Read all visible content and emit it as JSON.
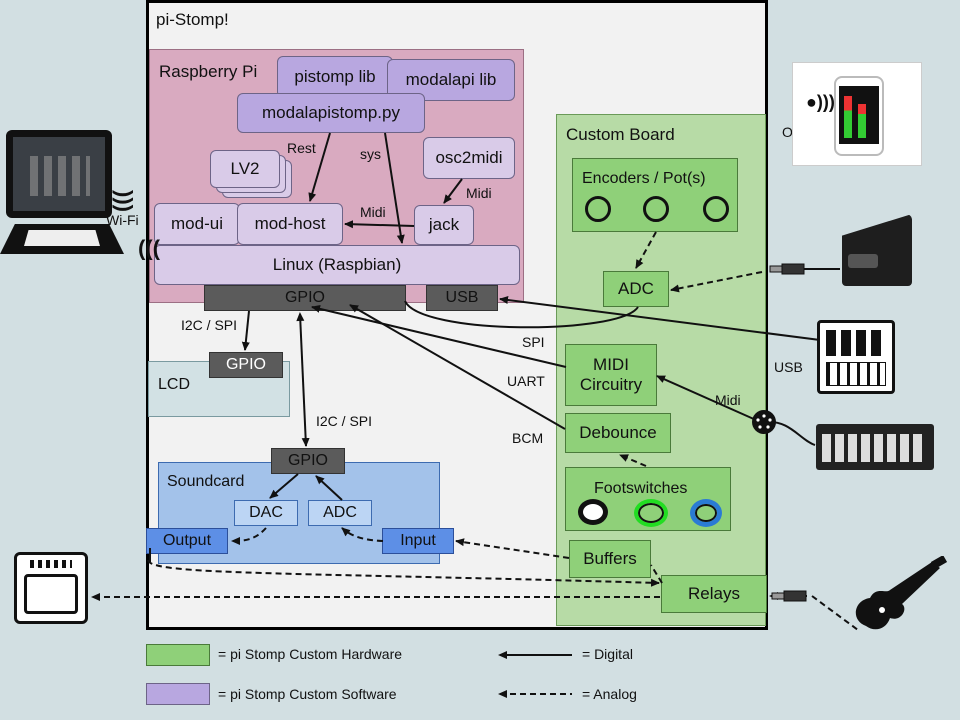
{
  "title": "pi-Stomp!",
  "raspberry_pi": {
    "title": "Raspberry Pi",
    "pistomp_lib": "pistomp lib",
    "modalapi_lib": "modalapi lib",
    "modalapistomp": "modalapistomp.py",
    "lv2": "LV2",
    "osc2midi": "osc2midi",
    "mod_ui": "mod-ui",
    "mod_host": "mod-host",
    "jack": "jack",
    "linux": "Linux (Raspbian)",
    "gpio": "GPIO",
    "usb": "USB",
    "rest_label": "Rest",
    "sys_label": "sys",
    "midi_label_a": "Midi",
    "midi_label_b": "Midi"
  },
  "custom_board": {
    "title": "Custom Board",
    "encoders": "Encoders / Pot(s)",
    "adc": "ADC",
    "midi_circuitry": "MIDI Circuitry",
    "debounce": "Debounce",
    "footswitches": "Footswitches",
    "buffers": "Buffers",
    "relays": "Relays",
    "footswitch_colors": [
      "#ffffff",
      "#22dd22",
      "#2a7bd4"
    ]
  },
  "lcd": {
    "title": "LCD",
    "gpio": "GPIO"
  },
  "soundcard": {
    "title": "Soundcard",
    "gpio": "GPIO",
    "dac": "DAC",
    "adc": "ADC",
    "output": "Output",
    "input": "Input"
  },
  "connection_labels": {
    "i2c_spi_lcd": "I2C / SPI",
    "i2c_spi_sound": "I2C / SPI",
    "spi": "SPI",
    "uart": "UART",
    "bcm": "BCM",
    "wifi": "Wi-Fi",
    "osc": "OSC",
    "usb": "USB",
    "midi": "Midi"
  },
  "legend": {
    "hardware": "= pi Stomp Custom Hardware",
    "software": "= pi Stomp Custom Software",
    "digital": "= Digital",
    "analog": "= Analog",
    "hardware_color": "#8fd079",
    "software_color": "#b8a7e0"
  }
}
